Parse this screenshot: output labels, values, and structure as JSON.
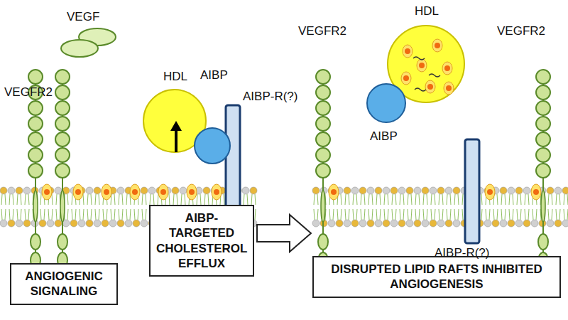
{
  "diagram": {
    "nodes": [
      {
        "text": [
          "HDL"
        ]
      },
      {
        "text": [
          "AIBP"
        ]
      },
      {
        "text": [
          "ANGIOGENIC SIGNALING"
        ]
      },
      {
        "text": [
          "AIBP-TARGETED CHOLESTEROL EFFLUX"
        ]
      },
      {
        "text": [
          "HDL"
        ]
      },
      {
        "text": [
          "AIBP"
        ]
      },
      {
        "text": [
          "DISRUPTED LIPID RAFTS INHIBITED ANGIOGENESIS"
        ]
      }
    ],
    "labels": [
      "VEGF",
      "VEGFR2",
      "VEGFR2",
      "VEGFR2",
      "AIBP-R(?)",
      "AIBP-R(?)"
    ]
  }
}
